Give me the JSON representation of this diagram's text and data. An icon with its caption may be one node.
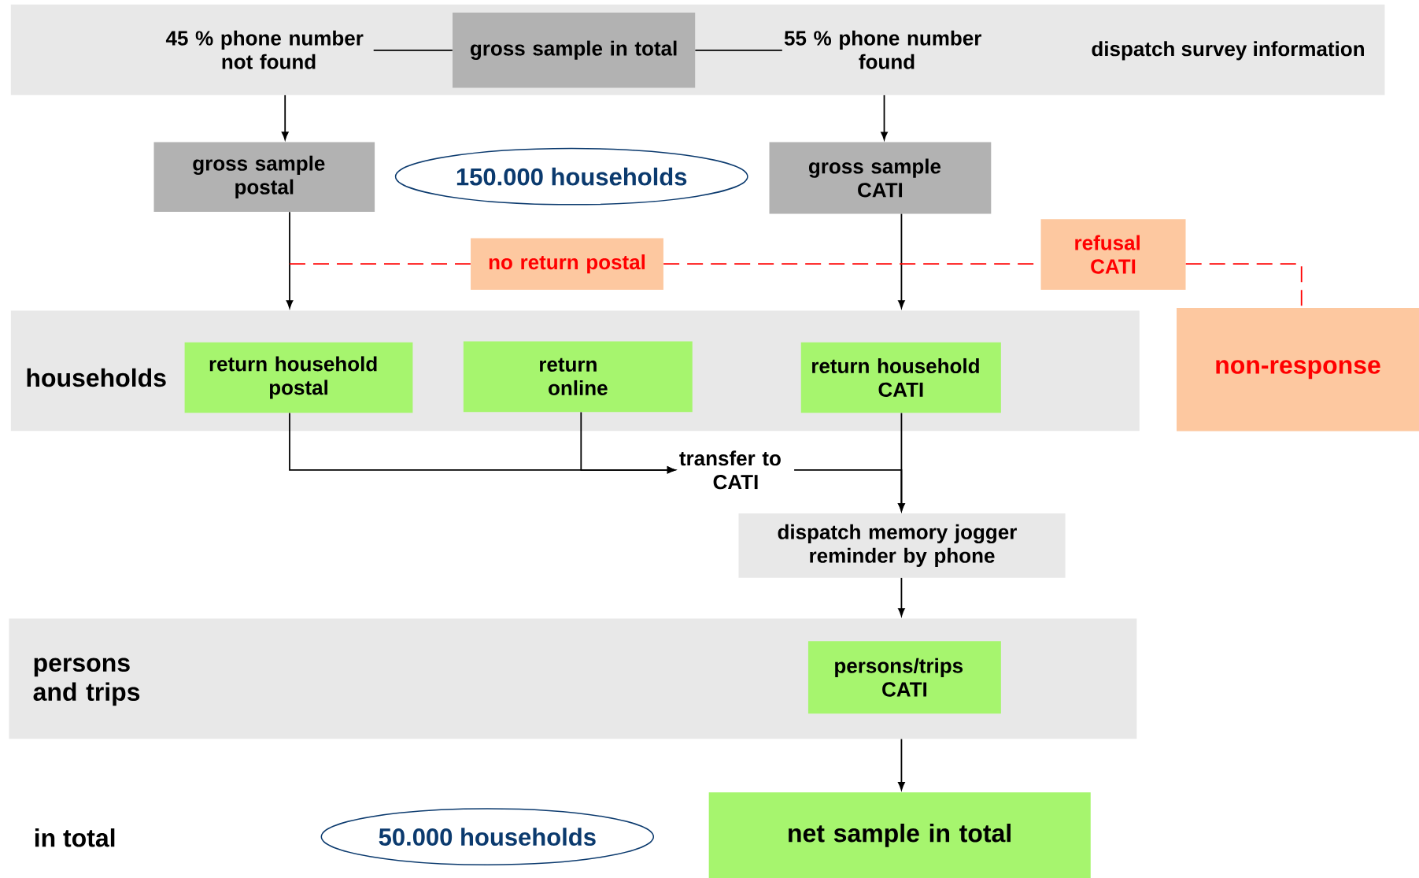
{
  "diagram": {
    "nodes": [
      {
        "text": [
          "dispatch survey information"
        ]
      },
      {
        "text": [
          "45 % phone number not found"
        ],
        "in": 0
      },
      {
        "text": [
          "gross sample in total"
        ],
        "in": 0
      },
      {
        "text": [
          "55 % phone number found"
        ],
        "in": 0
      },
      {
        "text": [
          "gross sample postal"
        ]
      },
      {
        "text": [
          "150.000 households"
        ]
      },
      {
        "text": [
          "gross sample CATI"
        ]
      },
      {
        "text": [
          "no return postal"
        ]
      },
      {
        "text": [
          "refusal CATI"
        ]
      },
      {
        "text": [
          "households"
        ]
      },
      {
        "text": [
          "return household postal"
        ],
        "in": 9
      },
      {
        "text": [
          "return online"
        ],
        "in": 9
      },
      {
        "text": [
          "return household CATI"
        ],
        "in": 9
      },
      {
        "text": [
          "non-response"
        ]
      },
      {
        "text": [
          "transfer to CATI"
        ]
      },
      {
        "text": [
          "dispatch memory jogger reminder by phone"
        ]
      },
      {
        "text": [
          "persons and trips"
        ]
      },
      {
        "text": [
          "persons/trips CATI"
        ],
        "in": 16
      },
      {
        "text": [
          "50.000 households"
        ]
      },
      {
        "text": [
          "net sample in total"
        ]
      }
    ],
    "edges": [
      {
        "from": 2,
        "to": 1,
        "arrow": "none"
      },
      {
        "from": 2,
        "to": 3,
        "arrow": "none"
      },
      {
        "from": 1,
        "to": 4,
        "arrow": "to"
      },
      {
        "from": 3,
        "to": 6,
        "arrow": "to"
      },
      {
        "from": 4,
        "to": 9,
        "arrow": "to"
      },
      {
        "from": 6,
        "to": 9,
        "arrow": "to"
      },
      {
        "from": null,
        "to": 7,
        "arrow": "none",
        "style": "dashed",
        "color": "#ff0000"
      },
      {
        "from": 7,
        "to": 8,
        "arrow": "none",
        "style": "dashed",
        "color": "#ff0000"
      },
      {
        "from": 8,
        "to": 13,
        "arrow": "none",
        "style": "dashed",
        "color": "#ff0000"
      },
      {
        "from": 10,
        "to": 14,
        "arrow": "to"
      },
      {
        "from": 11,
        "to": 14,
        "arrow": "to"
      },
      {
        "from": 14,
        "to": 15,
        "arrow": "to"
      },
      {
        "from": 12,
        "to": 15,
        "arrow": "to"
      },
      {
        "from": 15,
        "to": 16,
        "arrow": "to"
      },
      {
        "from": 16,
        "to": 19,
        "arrow": "to"
      }
    ],
    "labels": [
      "in total"
    ]
  }
}
